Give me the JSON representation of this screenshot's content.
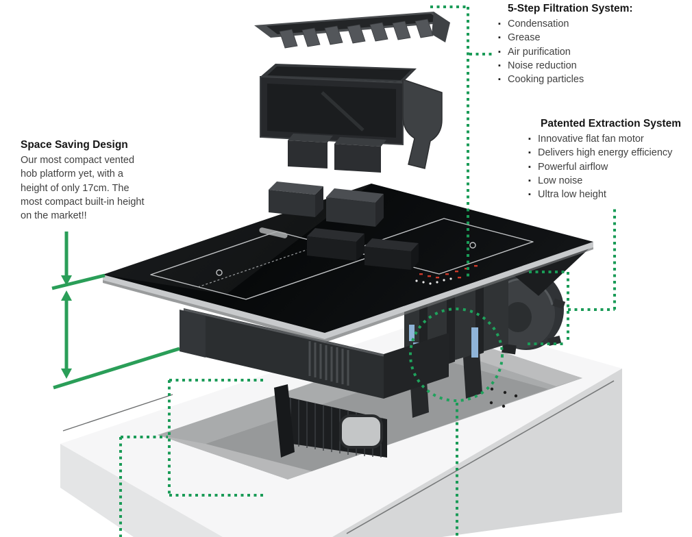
{
  "page": {
    "background": "#ffffff",
    "kind": "exploded product diagram of a vented induction hob installed in a worktop"
  },
  "colors": {
    "accent_green": "#1a9b57",
    "glass_black": "#0b0d0e",
    "housing_gray": "#2b2e30",
    "counter_gray": "#d8d9da",
    "blue_clip": "#8fb4d8",
    "red_indicator": "#d03a2a"
  },
  "annotations": {
    "filtration": {
      "title": "5-Step Filtration System:",
      "items": [
        "Condensation",
        "Grease",
        "Air purification",
        "Noise reduction",
        "Cooking particles"
      ]
    },
    "extraction": {
      "title": "Patented Extraction System",
      "items": [
        "Innovative flat fan motor",
        "Delivers high energy efficiency",
        "Powerful airflow",
        "Low noise",
        "Ultra low height"
      ]
    },
    "space_saving": {
      "title": "Space Saving Design",
      "body": "Our most compact vented hob platform yet, with a height of only 17cm. The most compact built-in height on the market!!"
    }
  },
  "diagram": {
    "parts": [
      "air-outlet-grille",
      "filter-box",
      "filter-cartridges",
      "glass-hob-surface",
      "cooking-zones",
      "control-panel",
      "under-hob-housing",
      "extraction-plenum",
      "mounting-clips",
      "flat-fan-motor",
      "flexible-duct",
      "worktop-cutout",
      "height-measurement-arrows",
      "highlight-circle"
    ]
  }
}
